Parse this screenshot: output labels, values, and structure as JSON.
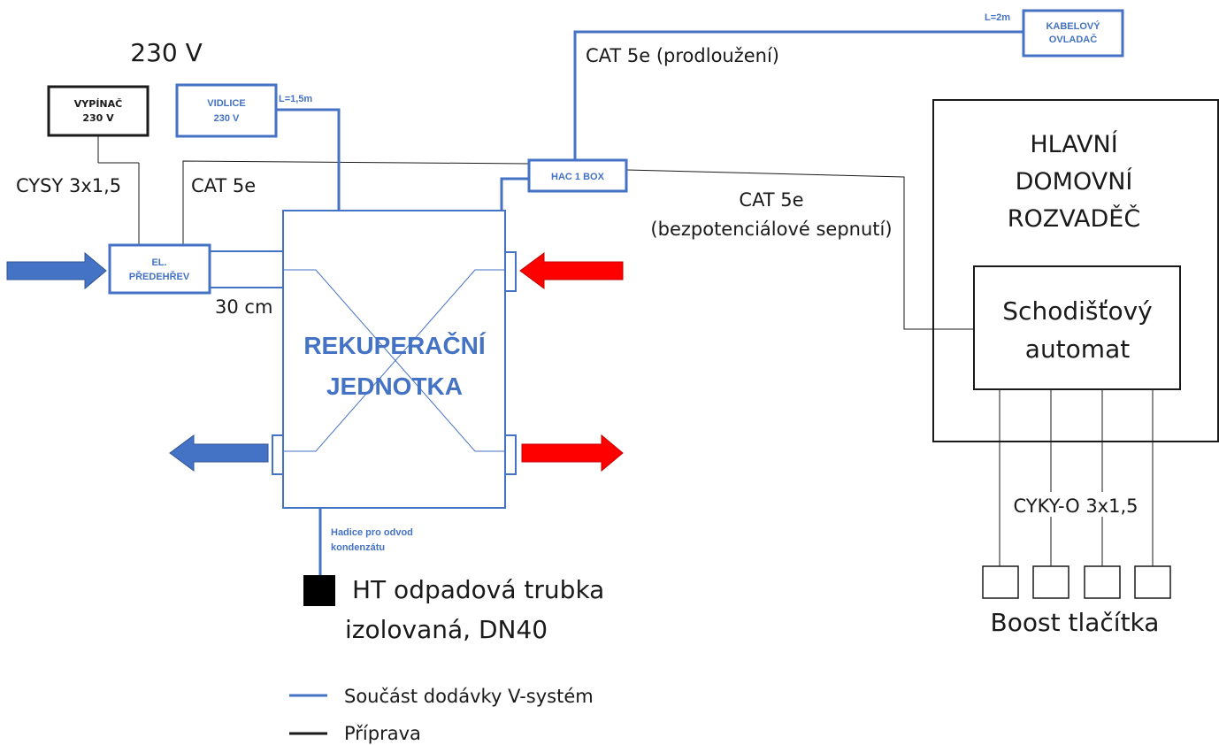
{
  "labels": {
    "voltage": "230 V",
    "switch_line1": "VYPÍNAČ",
    "switch_line2": "230 V",
    "plug_line1": "VIDLICE",
    "plug_line2": "230 V",
    "plug_length": "L=1,5m",
    "cable_cysy": "CYSY 3x1,5",
    "cat5e_left": "CAT 5e",
    "preheat_line1": "EL.",
    "preheat_line2": "PŘEDEHŘEV",
    "distance": "30 cm",
    "unit_line1": "REKUPERAČNÍ",
    "unit_line2": "JEDNOTKA",
    "hac_box": "HAC 1 BOX",
    "cat5e_ext": "CAT 5e (prodloužení)",
    "controller_length": "L=2m",
    "controller_line1": "KABELOVÝ",
    "controller_line2": "OVLADAČ",
    "cat5e_right_line1": "CAT 5e",
    "cat5e_right_line2": "(bezpotenciálové sepnutí)",
    "panel_line1": "HLAVNÍ",
    "panel_line2": "DOMOVNÍ",
    "panel_line3": "ROZVADĚČ",
    "automat_line1": "Schodišťový",
    "automat_line2": "automat",
    "cable_cyky": "CYKY-O 3x1,5",
    "boost": "Boost tlačítka",
    "hose_line1": "Hadice pro odvod",
    "hose_line2": "kondenzátu",
    "pipe_line1": "HT odpadová trubka",
    "pipe_line2": "izolovaná, DN40"
  },
  "legend": [
    {
      "label": "Součást dodávky V-systém",
      "color": "#4472c4"
    },
    {
      "label": "Příprava",
      "color": "#1a1a1a"
    }
  ],
  "colors": {
    "blue": "#4472c4",
    "red": "#ff0000",
    "black": "#1a1a1a"
  }
}
